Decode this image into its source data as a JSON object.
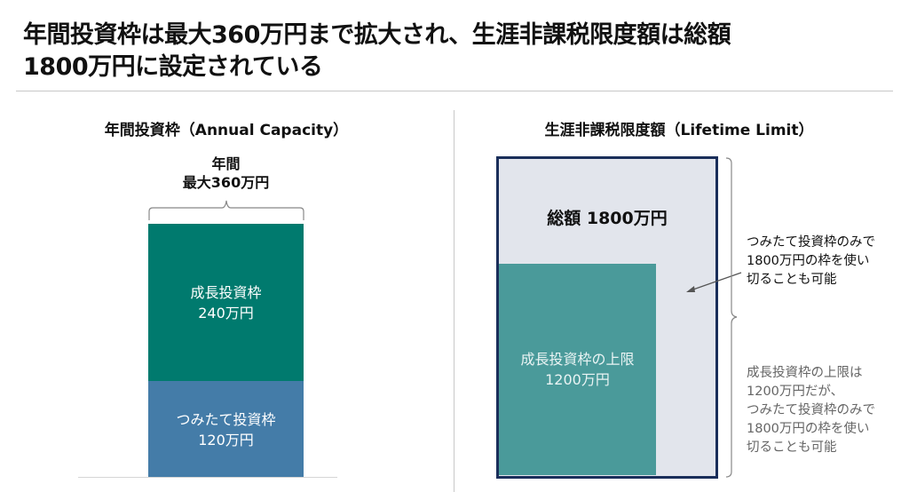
{
  "title": {
    "line1": "年間投資枠は最大360万円まで拡大され、生涯非課税限度額は総額",
    "line2": "1800万円に設定されている"
  },
  "left": {
    "heading": "年間投資枠（Annual Capacity）",
    "top_label": {
      "line1": "年間",
      "line2": "最大360万円"
    },
    "segments": [
      {
        "name": "成長投資枠",
        "amount": "240万円",
        "value": 240,
        "color": "#007a6e"
      },
      {
        "name": "つみたて投資枠",
        "amount": "120万円",
        "value": 120,
        "color": "#447ca8"
      }
    ]
  },
  "right": {
    "heading": "生涯非課税限度額（Lifetime Limit）",
    "total_label": "総額 1800万円",
    "inner": {
      "line1": "成長投資枠の上限",
      "line2": "1200万円",
      "value": 1200
    },
    "total_value": 1800,
    "note1": [
      "つみたて投資枠のみで",
      "1800万円の枠を使い",
      "切ることも可能"
    ],
    "note2": [
      "成長投資枠の上限は",
      "1200万円だが、",
      "つみたて投資枠のみで",
      "1800万円の枠を使い",
      "切ることも可能"
    ]
  }
}
